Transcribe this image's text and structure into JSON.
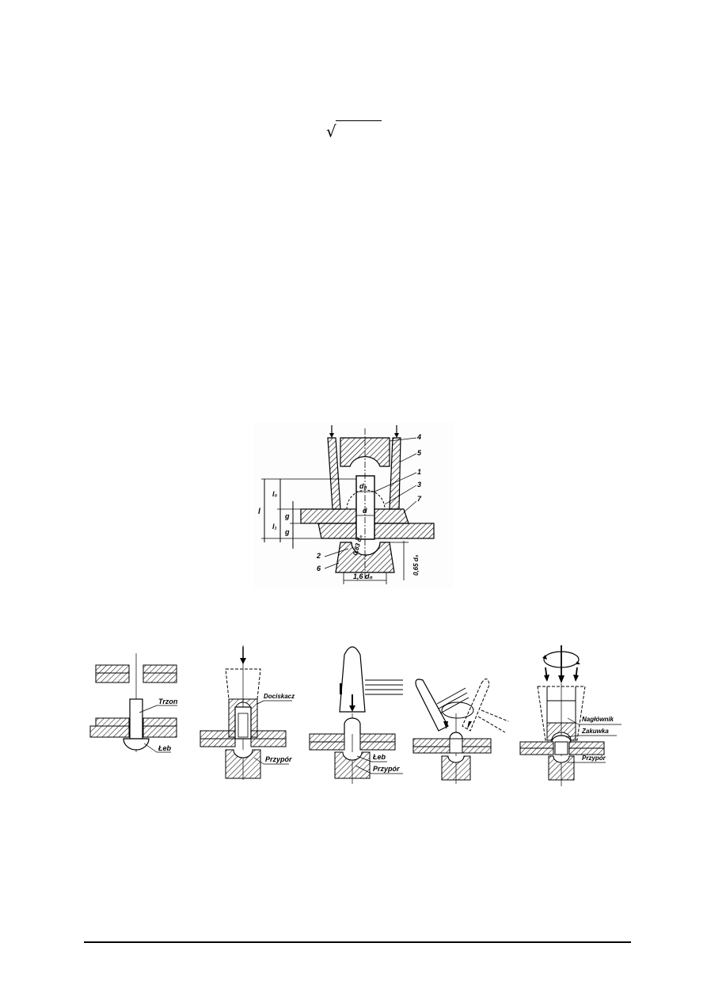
{
  "page": {
    "background": "#ffffff",
    "ink": "#000000"
  },
  "formula": {
    "radical_symbol": "√",
    "radicand": ""
  },
  "main_figure": {
    "part_labels": [
      "1",
      "2",
      "3",
      "4",
      "5",
      "6",
      "7"
    ],
    "dimensions": {
      "total_length": "l",
      "protrusion": "l₀",
      "grip": "l₁",
      "plate_thickness": "g",
      "hole_diameter": "d",
      "rivet_diameter": "dₙ",
      "head_radius": "0,83 dₙ",
      "head_width": "1,6 dₙ",
      "head_height": "0,65 dₙ"
    }
  },
  "stages": [
    {
      "id": "stage-1",
      "labels": [
        "Trzon",
        "Łeb"
      ]
    },
    {
      "id": "stage-2",
      "labels": [
        "Dociskacz",
        "Przypór"
      ]
    },
    {
      "id": "stage-3",
      "labels": [
        "Łeb",
        "Przypór"
      ]
    },
    {
      "id": "stage-4",
      "labels": []
    },
    {
      "id": "stage-5",
      "labels": [
        "Nagłównik",
        "Zakuwka",
        "Przypór"
      ]
    }
  ]
}
